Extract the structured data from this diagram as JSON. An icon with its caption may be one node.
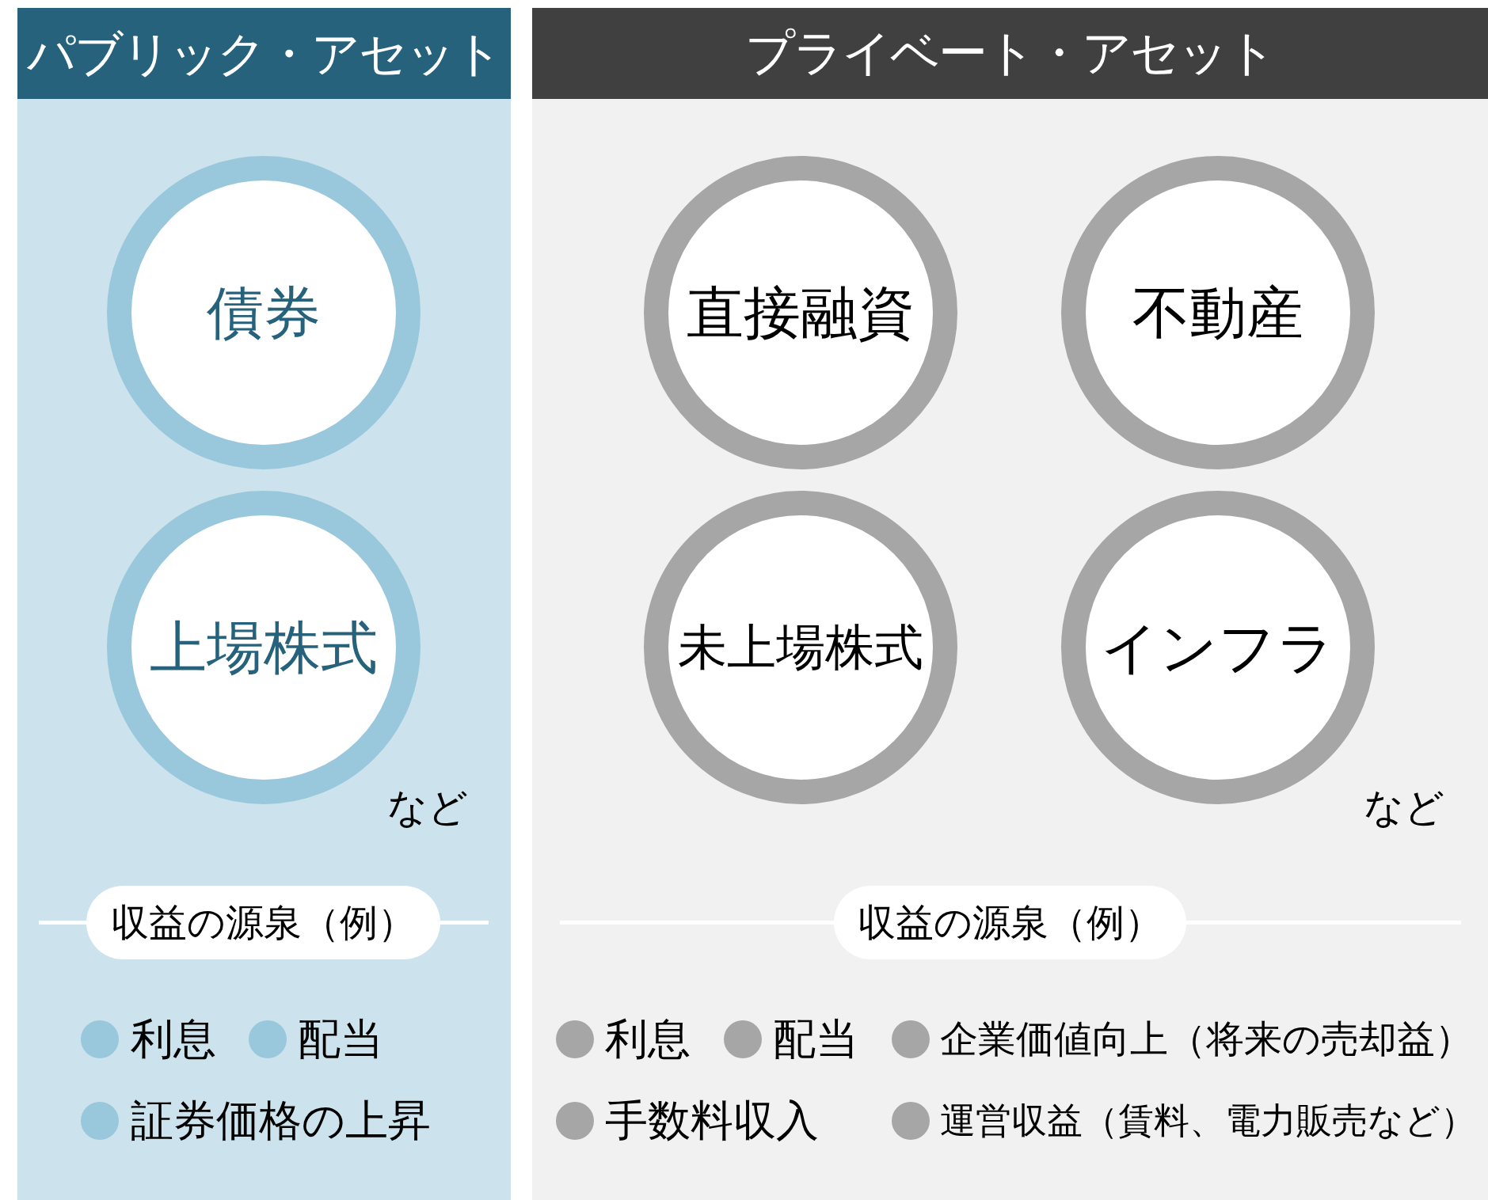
{
  "diagram": {
    "nodes": [
      {
        "text": [
          "パブリック・アセット"
        ]
      },
      {
        "text": [
          "債券"
        ],
        "in": 0
      },
      {
        "text": [
          "上場株式"
        ],
        "in": 0
      },
      {
        "text": [
          "収益の源泉（例）"
        ],
        "in": 0
      },
      {
        "text": [
          "プライベート・アセット"
        ]
      },
      {
        "text": [
          "直接融資"
        ],
        "in": 4
      },
      {
        "text": [
          "不動産"
        ],
        "in": 4
      },
      {
        "text": [
          "未上場株式"
        ],
        "in": 4
      },
      {
        "text": [
          "インフラ"
        ],
        "in": 4
      },
      {
        "text": [
          "収益の源泉（例）"
        ],
        "in": 4
      }
    ],
    "labels": [
      "など",
      "利息",
      "配当",
      "証券価格の上昇",
      "など",
      "利息",
      "配当",
      "企業価値向上（将来の売却益）",
      "手数料収入",
      "運営収益（賃料、電力販売など）"
    ]
  }
}
